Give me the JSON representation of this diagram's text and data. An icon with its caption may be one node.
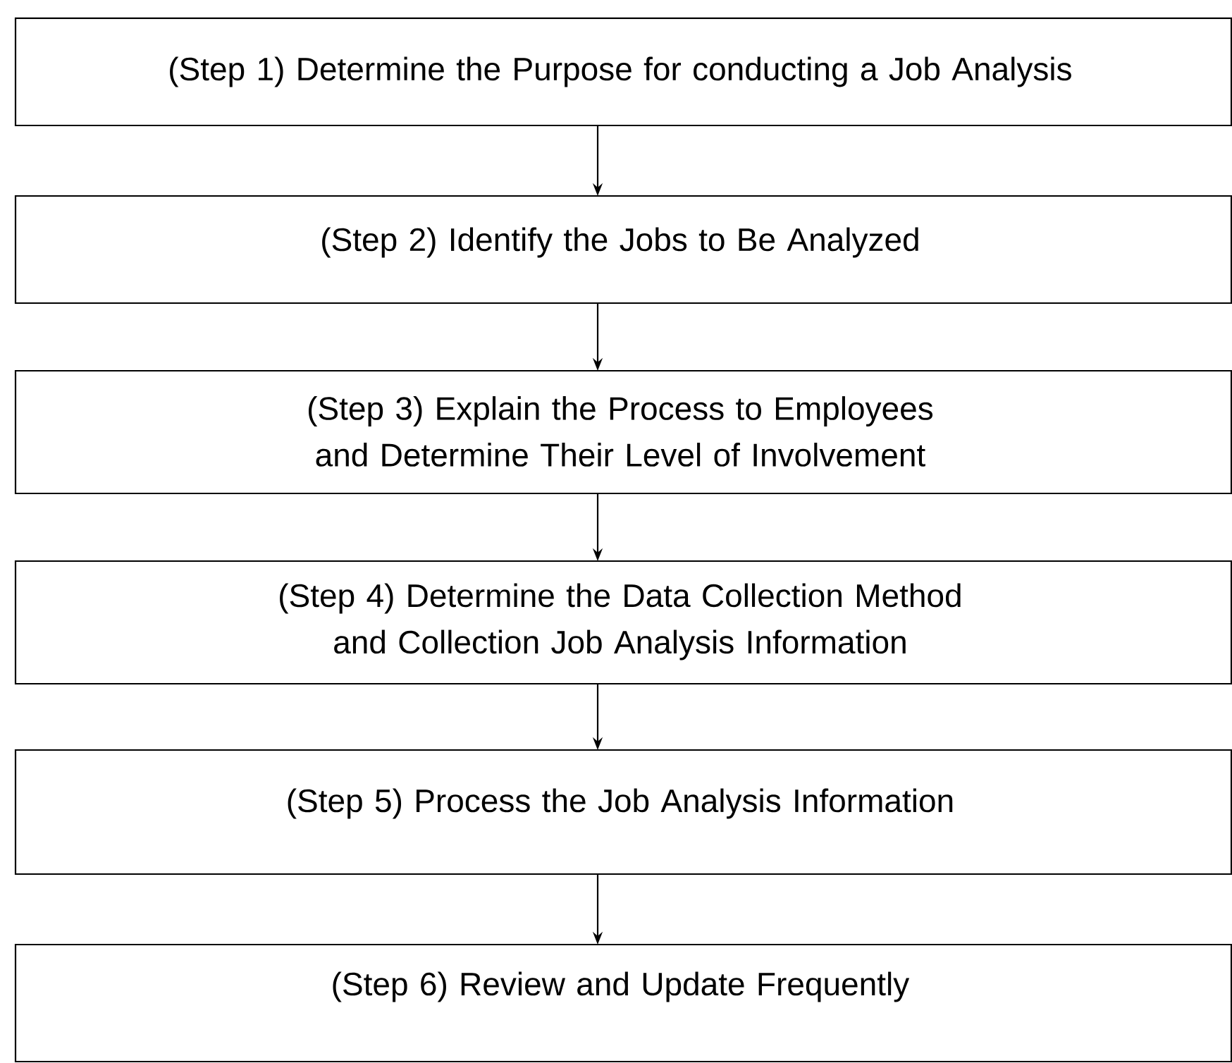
{
  "diagram": {
    "nodes": [
      {
        "text": [
          "(Step 1) Determine the Purpose for conducting a Job Analysis"
        ]
      },
      {
        "text": [
          "(Step 2) Identify the Jobs to Be Analyzed"
        ]
      },
      {
        "text": [
          "(Step 3) Explain the Process to Employees and Determine Their Level of Involvement"
        ]
      },
      {
        "text": [
          "(Step 4) Determine the Data Collection Method and Collection Job Analysis Information"
        ]
      },
      {
        "text": [
          "(Step 5) Process the Job Analysis Information"
        ]
      },
      {
        "text": [
          "(Step 6) Review and Update Frequently"
        ]
      }
    ],
    "edges": [
      {
        "from": 0,
        "to": 1,
        "arrow": "to"
      },
      {
        "from": 1,
        "to": 2,
        "arrow": "to"
      },
      {
        "from": 2,
        "to": 3,
        "arrow": "to"
      },
      {
        "from": 3,
        "to": 4,
        "arrow": "to"
      },
      {
        "from": 4,
        "to": 5,
        "arrow": "to"
      }
    ]
  }
}
